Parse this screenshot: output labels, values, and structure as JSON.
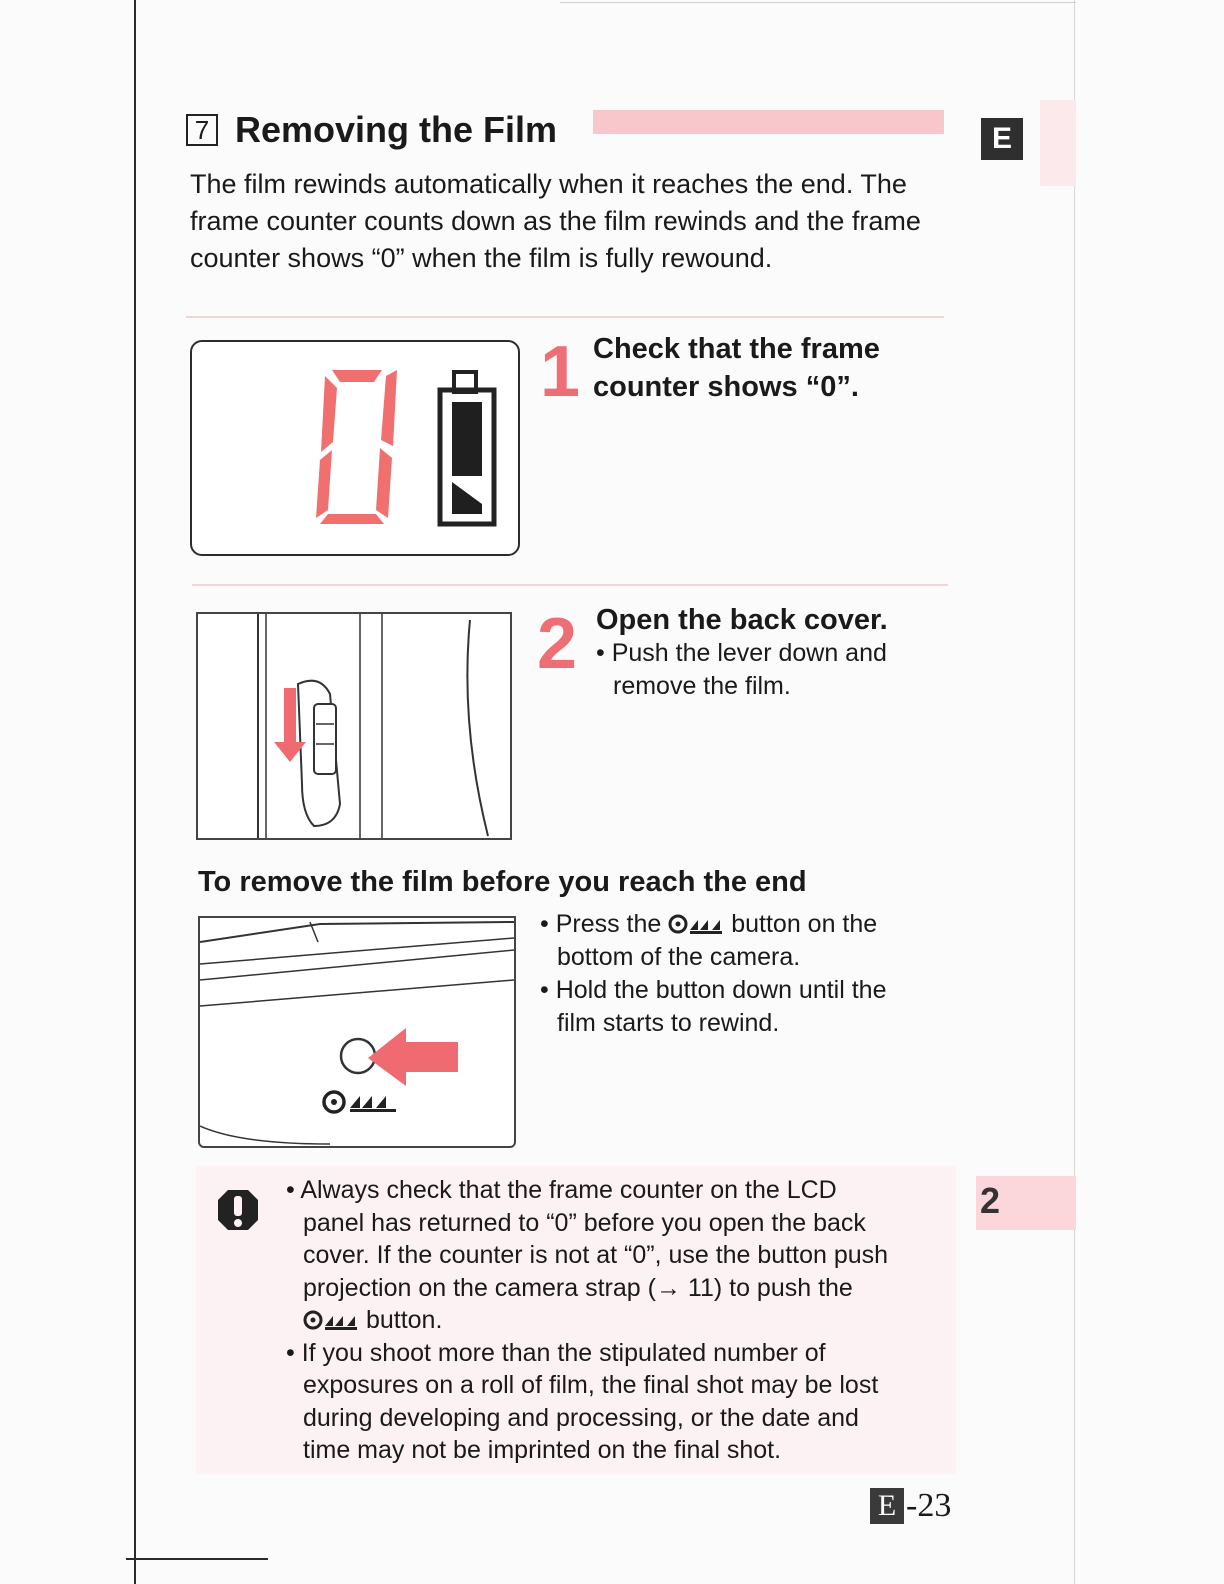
{
  "section": {
    "number": "7",
    "title": "Removing the Film",
    "intro": "The film rewinds automatically when it reaches the end. The frame counter counts down as the film rewinds and the frame counter shows “0” when the film is fully rewound."
  },
  "side_tab": {
    "letter": "E",
    "chapter": "2"
  },
  "steps": [
    {
      "number": "1",
      "title_line1": "Check that the frame",
      "title_line2": "counter shows “0”."
    },
    {
      "number": "2",
      "title": "Open the back cover.",
      "bullet_line1": "Push the lever down and",
      "bullet_line2": "remove the film."
    }
  ],
  "rewind": {
    "heading": "To remove the film before you reach the end",
    "b1_pre": "Press the",
    "b1_post": "button on the",
    "b1_line2": "bottom of the camera.",
    "b2_line1": "Hold the button down until the",
    "b2_line2": "film starts to rewind."
  },
  "note": {
    "b1_l1": "Always check that the frame counter on the LCD",
    "b1_l2": "panel has returned to “0” before you open the back",
    "b1_l3": "cover. If the counter is not at “0”, use the button push",
    "b1_l4": "projection on the camera strap (→ 11) to push the",
    "b1_l5_post": "button.",
    "b2_l1": "If you shoot more than the stipulated number of",
    "b2_l2": "exposures on a roll of film, the final shot may be lost",
    "b2_l3": "during developing and processing, or the date and",
    "b2_l4": "time may not be imprinted on the final shot."
  },
  "footer": {
    "prefix": "E",
    "page": "-23"
  },
  "colors": {
    "accent": "#ee6e76",
    "pink_band": "#f7c7cc",
    "lcd_red": "#f07070"
  },
  "icons": [
    "warning-icon",
    "rewind-button-icon",
    "battery-icon",
    "down-arrow-icon",
    "left-arrow-icon"
  ]
}
